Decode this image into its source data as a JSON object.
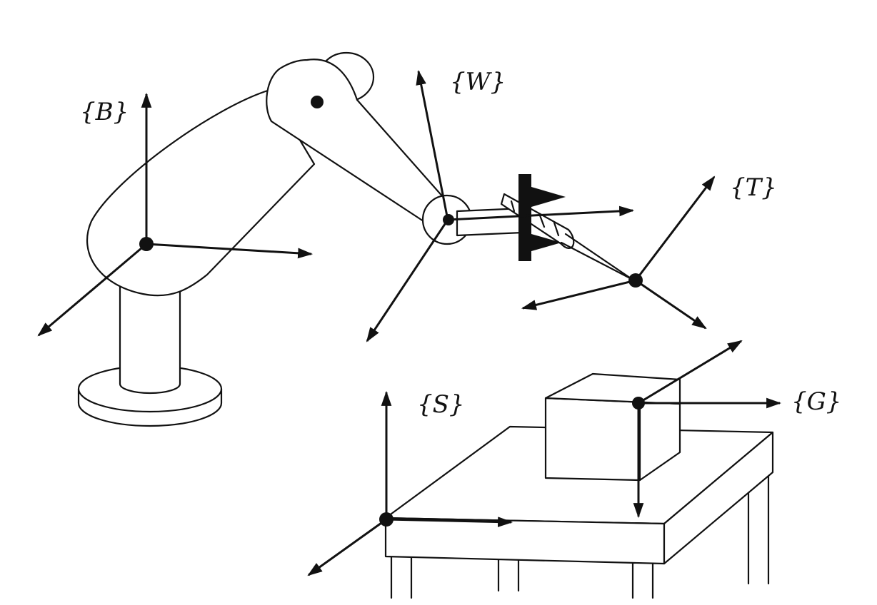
{
  "frames": [
    {
      "id": "B",
      "label": "{B}"
    },
    {
      "id": "W",
      "label": "{W}"
    },
    {
      "id": "T",
      "label": "{T}"
    },
    {
      "id": "S",
      "label": "{S}"
    },
    {
      "id": "G",
      "label": "{G}"
    }
  ],
  "colors": {
    "ink": "#111111",
    "background": "#ffffff"
  }
}
